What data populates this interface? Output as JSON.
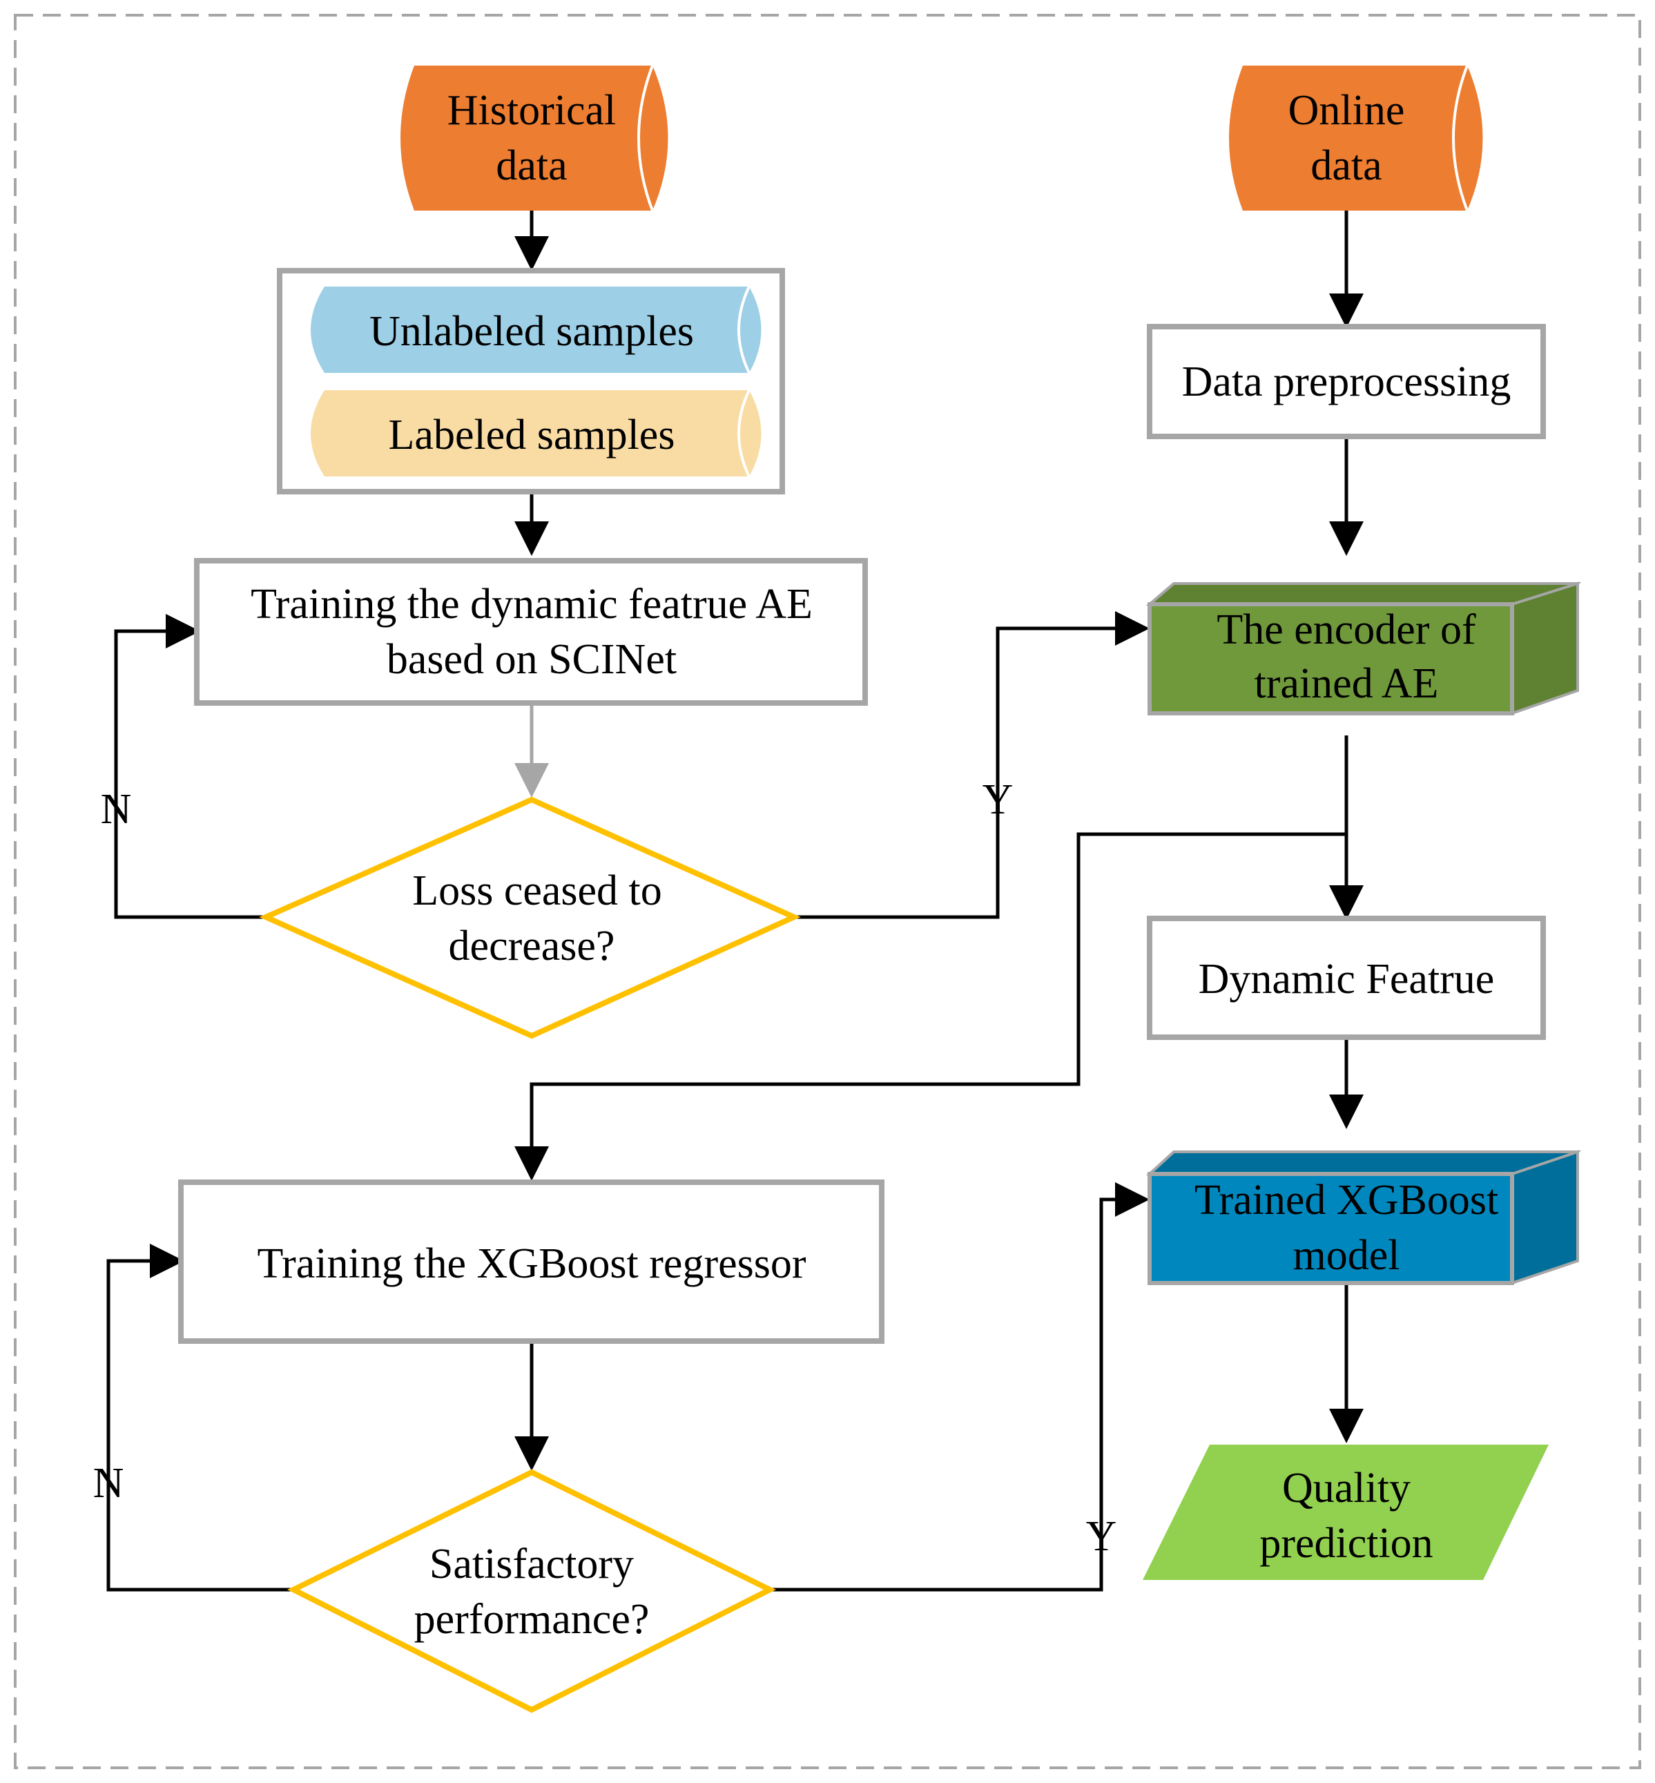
{
  "nodes": {
    "historical_data": {
      "line1": "Historical",
      "line2": "data"
    },
    "online_data": {
      "line1": "Online",
      "line2": "data"
    },
    "unlabeled_samples": "Unlabeled samples",
    "labeled_samples": "Labeled samples",
    "data_preprocessing": "Data preprocessing",
    "training_ae": {
      "line1": "Training the dynamic featrue AE",
      "line2": "based on SCINet"
    },
    "encoder": {
      "line1": "The encoder of",
      "line2": "trained AE"
    },
    "loss_decision": {
      "line1": "Loss ceased to",
      "line2": "decrease?"
    },
    "dynamic_feature": "Dynamic Featrue",
    "training_xgboost": "Training the XGBoost regressor",
    "trained_xgboost": {
      "line1": "Trained XGBoost",
      "line2": "model"
    },
    "satisfactory_decision": {
      "line1": "Satisfactory",
      "line2": "performance?"
    },
    "quality_prediction": {
      "line1": "Quality",
      "line2": "prediction"
    }
  },
  "edge_labels": {
    "loss_no": "N",
    "loss_yes": "Y",
    "perf_no": "N",
    "perf_yes": "Y"
  },
  "colors": {
    "data_cylinder": "#ED7D31",
    "unlabeled": "#9DCFE6",
    "labeled": "#F9DCA4",
    "encoder": "#70993C",
    "xgboost_model": "#0088BE",
    "quality": "#92D050",
    "decision_border": "#FFC000",
    "box_border": "#A6A6A6"
  }
}
